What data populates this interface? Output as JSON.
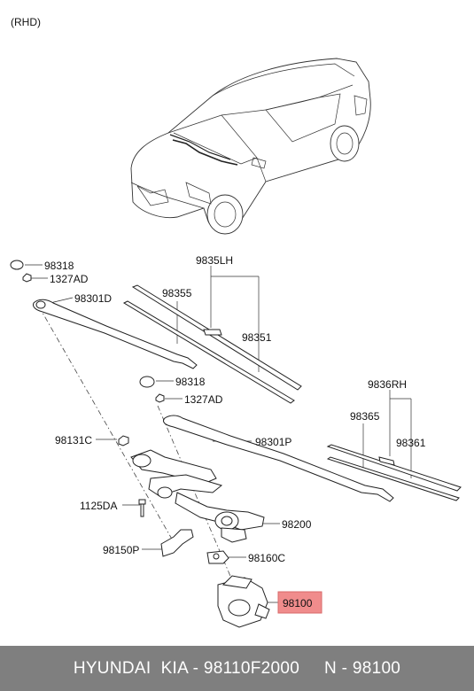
{
  "diagram": {
    "variant": "(RHD)",
    "labels": {
      "p98318_top": "98318",
      "p1327AD_top": "1327AD",
      "p98301D": "98301D",
      "p9835LH": "9835LH",
      "p98355": "98355",
      "p98351": "98351",
      "p98318_mid": "98318",
      "p1327AD_mid": "1327AD",
      "p9836RH": "9836RH",
      "p98365": "98365",
      "p98361": "98361",
      "p98131C": "98131C",
      "p98301P": "98301P",
      "p1125DA": "1125DA",
      "p98200": "98200",
      "p98150P": "98150P",
      "p98160C": "98160C",
      "p98100": "98100"
    },
    "highlight_color": "#f08c8c"
  },
  "footer": {
    "text": "HYUNDAI  KIA - 98110F2000     N - 98100"
  }
}
